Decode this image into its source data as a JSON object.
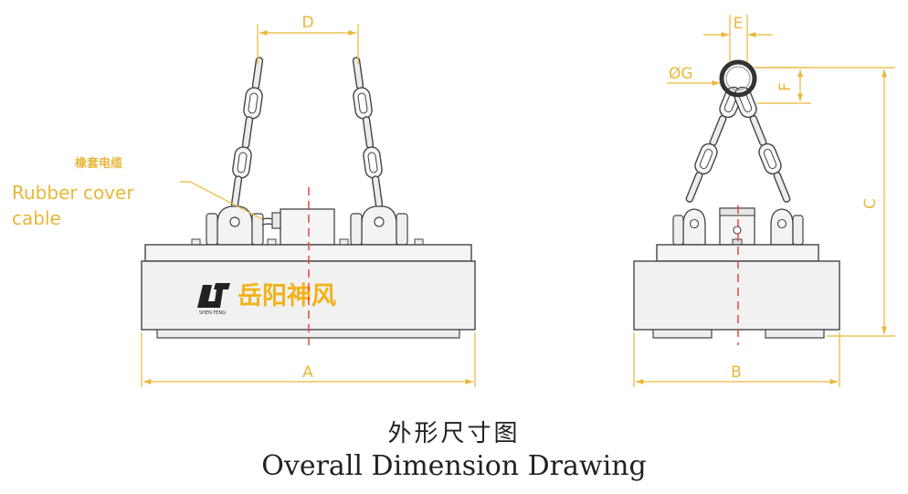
{
  "dimension_labels": {
    "a": "A",
    "b": "B",
    "c": "C",
    "d": "D",
    "e": "E",
    "f": "F",
    "g": "ØG"
  },
  "callout": {
    "chinese": "橡套电缆",
    "line1": "Rubber  cover",
    "line2": "cable"
  },
  "brand": {
    "chinese_name": "岳阳神风",
    "logo_subtext": "SHEN  FENG"
  },
  "caption": {
    "chinese": "外形尺寸图",
    "english": "Overall Dimension Drawing"
  },
  "colors": {
    "dimension": "#e9b83a",
    "brand": "#f2b21a",
    "outline": "#444444",
    "centerline": "#e8463c"
  }
}
